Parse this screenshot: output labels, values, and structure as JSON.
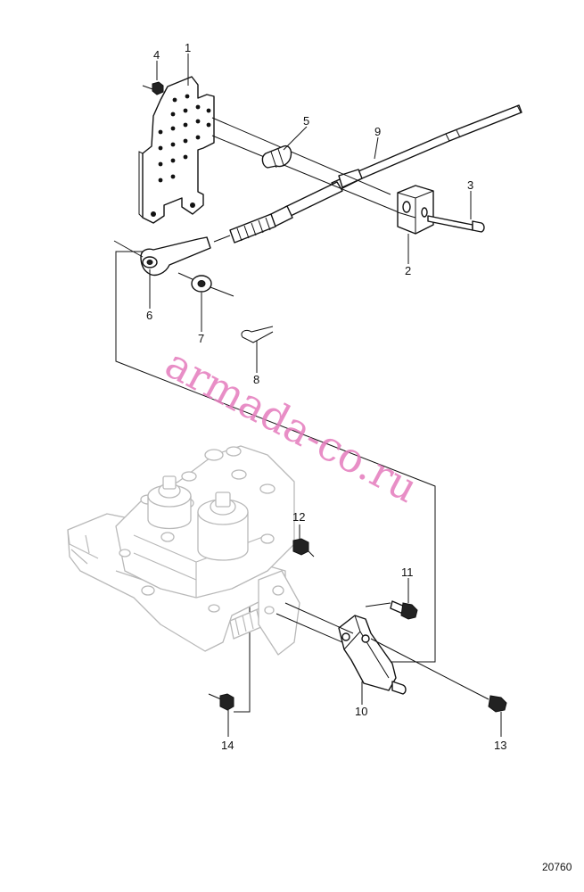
{
  "callouts": {
    "c1": "1",
    "c2": "2",
    "c3": "3",
    "c4": "4",
    "c5": "5",
    "c6": "6",
    "c7": "7",
    "c8": "8",
    "c9": "9",
    "c10": "10",
    "c11": "11",
    "c12": "12",
    "c13": "13",
    "c14": "14"
  },
  "watermark": "armada-co.ru",
  "figure_number": "20760"
}
